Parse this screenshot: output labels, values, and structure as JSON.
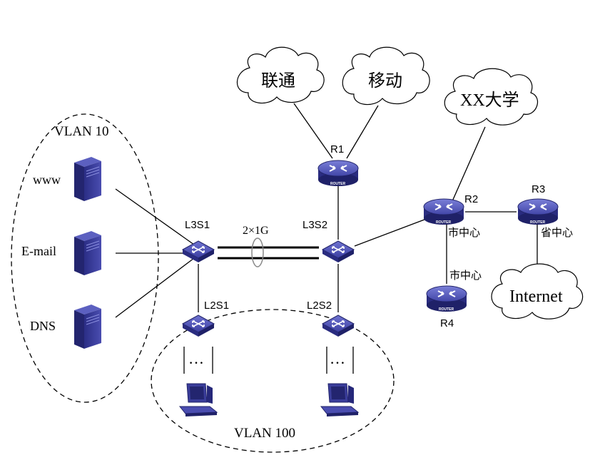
{
  "vlans": {
    "server_vlan": "VLAN 10",
    "client_vlan": "VLAN 100"
  },
  "servers": {
    "www": "www",
    "email": "E-mail",
    "dns": "DNS"
  },
  "switches": {
    "l3s1": "L3S1",
    "l3s2": "L3S2",
    "l2s1": "L2S1",
    "l2s2": "L2S2"
  },
  "trunk_label": "2×1G",
  "routers": {
    "r1": "R1",
    "r2": "R2",
    "r3": "R3",
    "r4": "R4",
    "caption": "ROUTER"
  },
  "clouds": {
    "unicom": "联通",
    "mobile": "移动",
    "university": "XX大学",
    "internet": "Internet"
  },
  "annotations": {
    "r2_city_center": "市中心",
    "r4_city_center": "市中心",
    "r3_province_center": "省中心"
  },
  "ellipsis_left": "…",
  "ellipsis_right": "…",
  "colors": {
    "device_blue": "#3a3d9a",
    "device_dark": "#24266e",
    "device_light": "#6a6ec8",
    "line": "#000000"
  }
}
